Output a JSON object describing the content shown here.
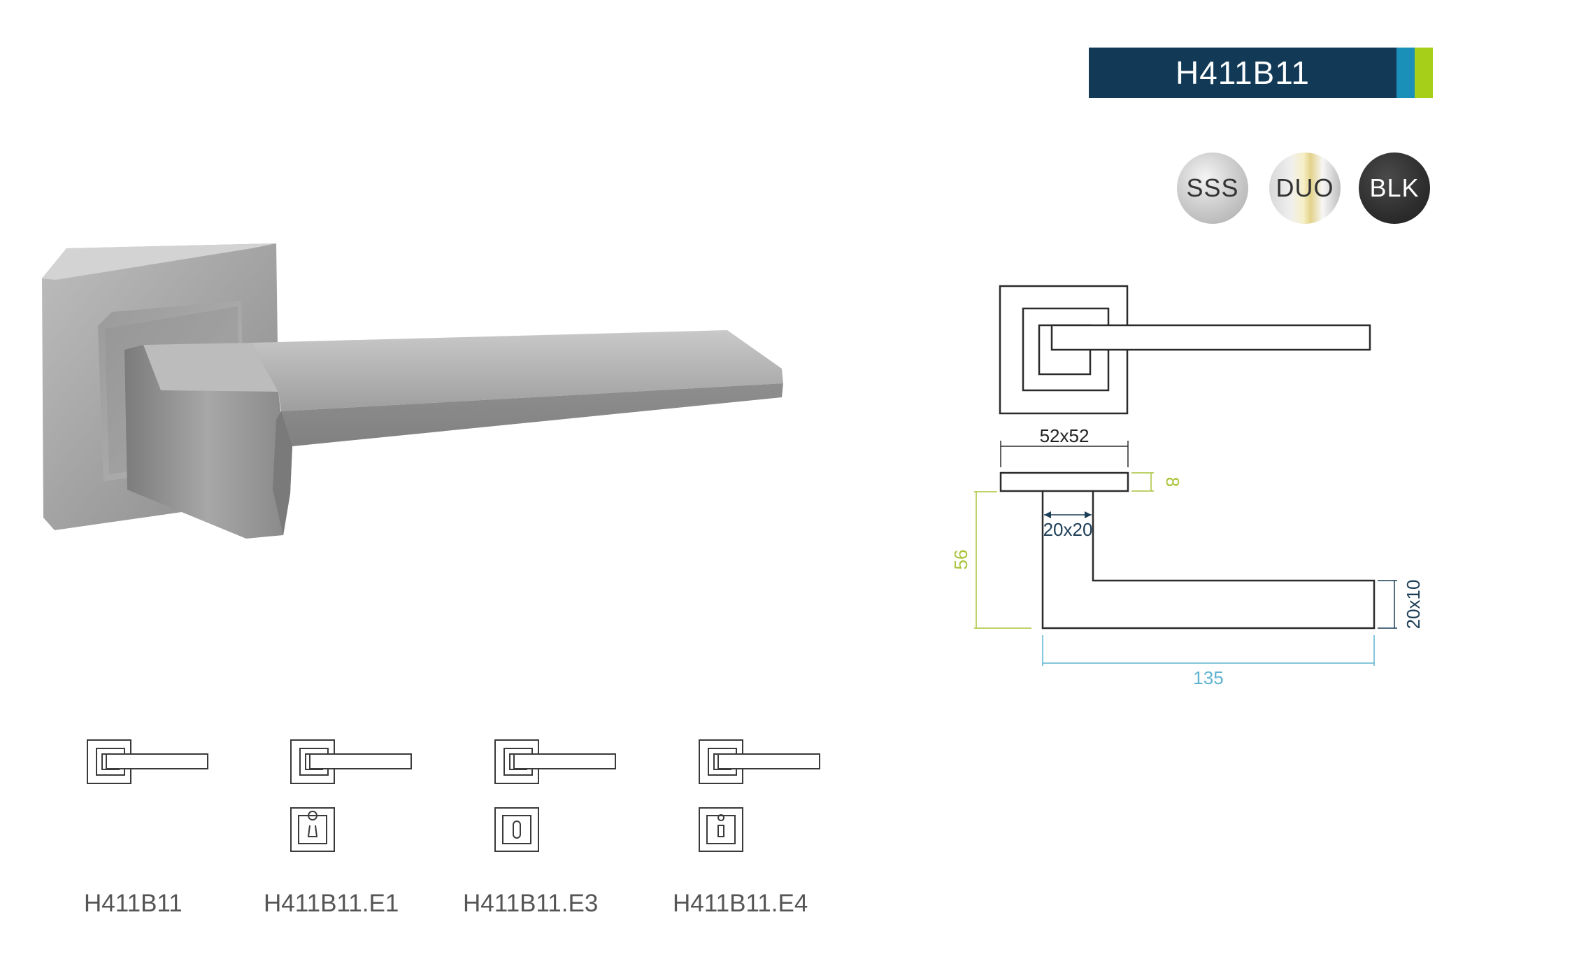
{
  "header": {
    "title": "H411B11"
  },
  "colors": {
    "navy": "#123a57",
    "blue": "#1a8fb8",
    "green": "#a6cf1a",
    "dim_green": "#a9c33a",
    "dim_blue": "#5fb3d1",
    "dim_navy": "#1c3e57",
    "line": "#2b2b2b"
  },
  "finishes": [
    {
      "label": "SSS"
    },
    {
      "label": "DUO"
    },
    {
      "label": "BLK"
    }
  ],
  "drawing": {
    "rose_size": "52x52",
    "rose_thickness": "8",
    "spindle": "20x20",
    "height": "56",
    "lever_section": "20x10",
    "length": "135"
  },
  "variants": [
    {
      "code": "H411B11",
      "escutcheon": "none"
    },
    {
      "code": "H411B11.E1",
      "escutcheon": "euro-profile-icon"
    },
    {
      "code": "H411B11.E3",
      "escutcheon": "bathroom-slot-icon"
    },
    {
      "code": "H411B11.E4",
      "escutcheon": "keyhole-icon"
    }
  ],
  "product_image": {
    "icon": "door-lever-handle-photo"
  }
}
